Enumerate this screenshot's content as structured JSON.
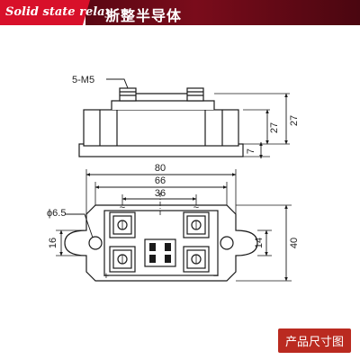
{
  "banner": {
    "english_label": "Solid state relay",
    "chinese_label": "浙整半导体",
    "color_left": "#d8102a",
    "color_right": "#5a0713"
  },
  "drawing": {
    "side_view": {
      "thread_label": "5-M5",
      "height_total": "27",
      "height_body": "27",
      "base_thickness": "7"
    },
    "top_view": {
      "overall_width": "80",
      "hole_spacing": "66",
      "terminal_spacing": "36",
      "hole_diameter": "ϕ6.5",
      "hole_offset": "16",
      "terminal_offset": "14",
      "overall_height": "40",
      "terminal_symbols": [
        "~",
        "~",
        "+",
        "−"
      ]
    },
    "line_color": "#1a1a1a"
  },
  "caption": {
    "label": "产品尺寸图",
    "color": "#ba2a20"
  }
}
